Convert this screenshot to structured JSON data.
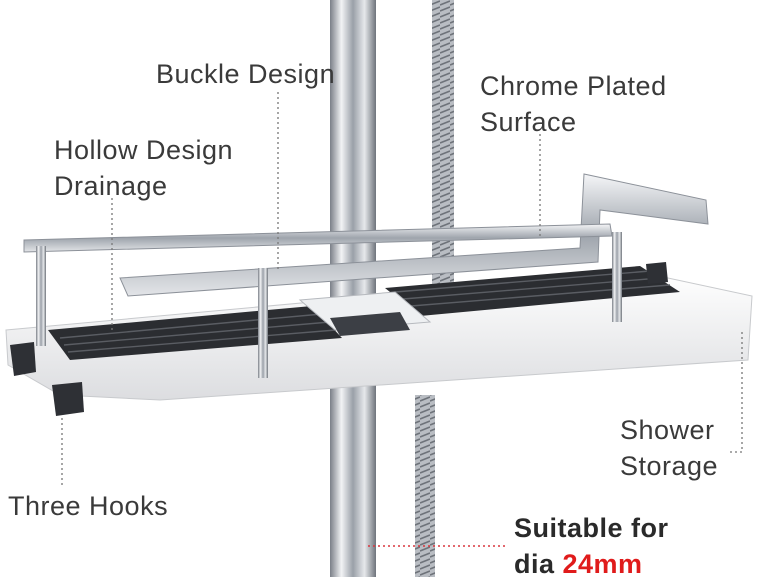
{
  "labels": {
    "buckle": "Buckle Design",
    "chrome_line1": "Chrome Plated",
    "chrome_line2": "Surface",
    "hollow_line1": "Hollow Design",
    "hollow_line2": "Drainage",
    "hooks": "Three Hooks",
    "shower_line1": "Shower",
    "shower_line2": "Storage",
    "suitable_line1": "Suitable for",
    "suitable_line2_prefix": "dia ",
    "suitable_line2_value": "24mm"
  },
  "colors": {
    "text": "#3a3a3a",
    "accent": "#e01b1b",
    "chrome": "#c9ccd1",
    "tray_black": "#2b2d31",
    "shelf_white": "#f4f4f4"
  }
}
